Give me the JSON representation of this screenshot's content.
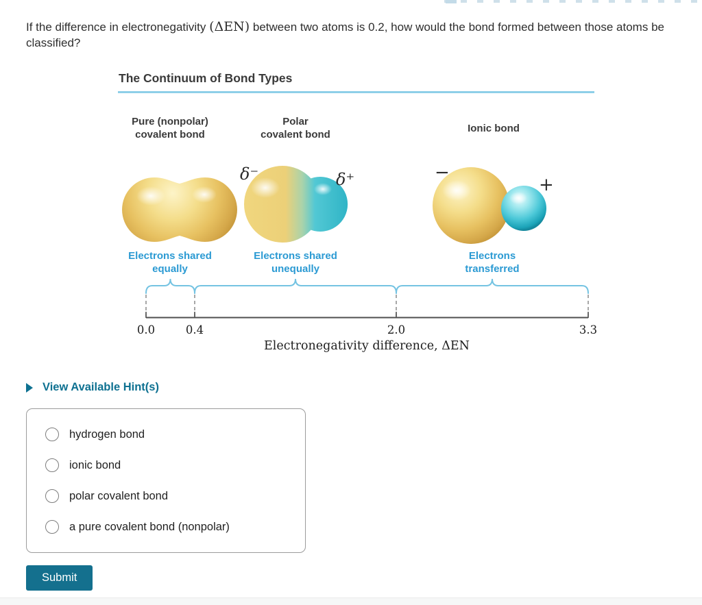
{
  "question": {
    "before_math": "If the difference in electronegativity ",
    "math": "(ΔEN)",
    "after_math": " between two atoms is 0.2, how would the bond formed between those atoms be classified?"
  },
  "figure": {
    "title": "The Continuum of Bond Types",
    "bond_types": [
      {
        "label": "Pure (nonpolar)\ncovalent bond",
        "description": "Electrons shared\nequally"
      },
      {
        "label": "Polar\ncovalent bond",
        "description": "Electrons shared\nunequally"
      },
      {
        "label": "Ionic bond",
        "description": "Electrons\ntransferred"
      }
    ],
    "charges": {
      "delta_minus": "δ⁻",
      "delta_plus": "δ⁺",
      "minus": "−",
      "plus": "+"
    },
    "axis": {
      "ticks": [
        "0.0",
        "0.4",
        "2.0",
        "3.3"
      ],
      "label": "Electronegativity difference, ΔEN",
      "ranges": [
        {
          "from": 0.0,
          "to": 0.4,
          "bond_type": "Pure (nonpolar) covalent bond"
        },
        {
          "from": 0.4,
          "to": 2.0,
          "bond_type": "Polar covalent bond"
        },
        {
          "from": 2.0,
          "to": 3.3,
          "bond_type": "Ionic bond"
        }
      ]
    }
  },
  "hints": {
    "toggle_label": "View Available Hint(s)"
  },
  "answer": {
    "options": [
      {
        "label": "hydrogen bond",
        "selected": false
      },
      {
        "label": "ionic bond",
        "selected": false
      },
      {
        "label": "polar covalent bond",
        "selected": false
      },
      {
        "label": "a pure covalent bond (nonpolar)",
        "selected": false
      }
    ]
  },
  "submit": {
    "label": "Submit"
  },
  "colors": {
    "accent_teal": "#14708e",
    "hint_teal": "#0e7191",
    "figure_label_blue": "#2b9ad3",
    "brace_blue": "#74c3e2",
    "underline_blue": "#8ecfe8",
    "gold": "#e8c161",
    "cyan": "#45c3d2"
  }
}
